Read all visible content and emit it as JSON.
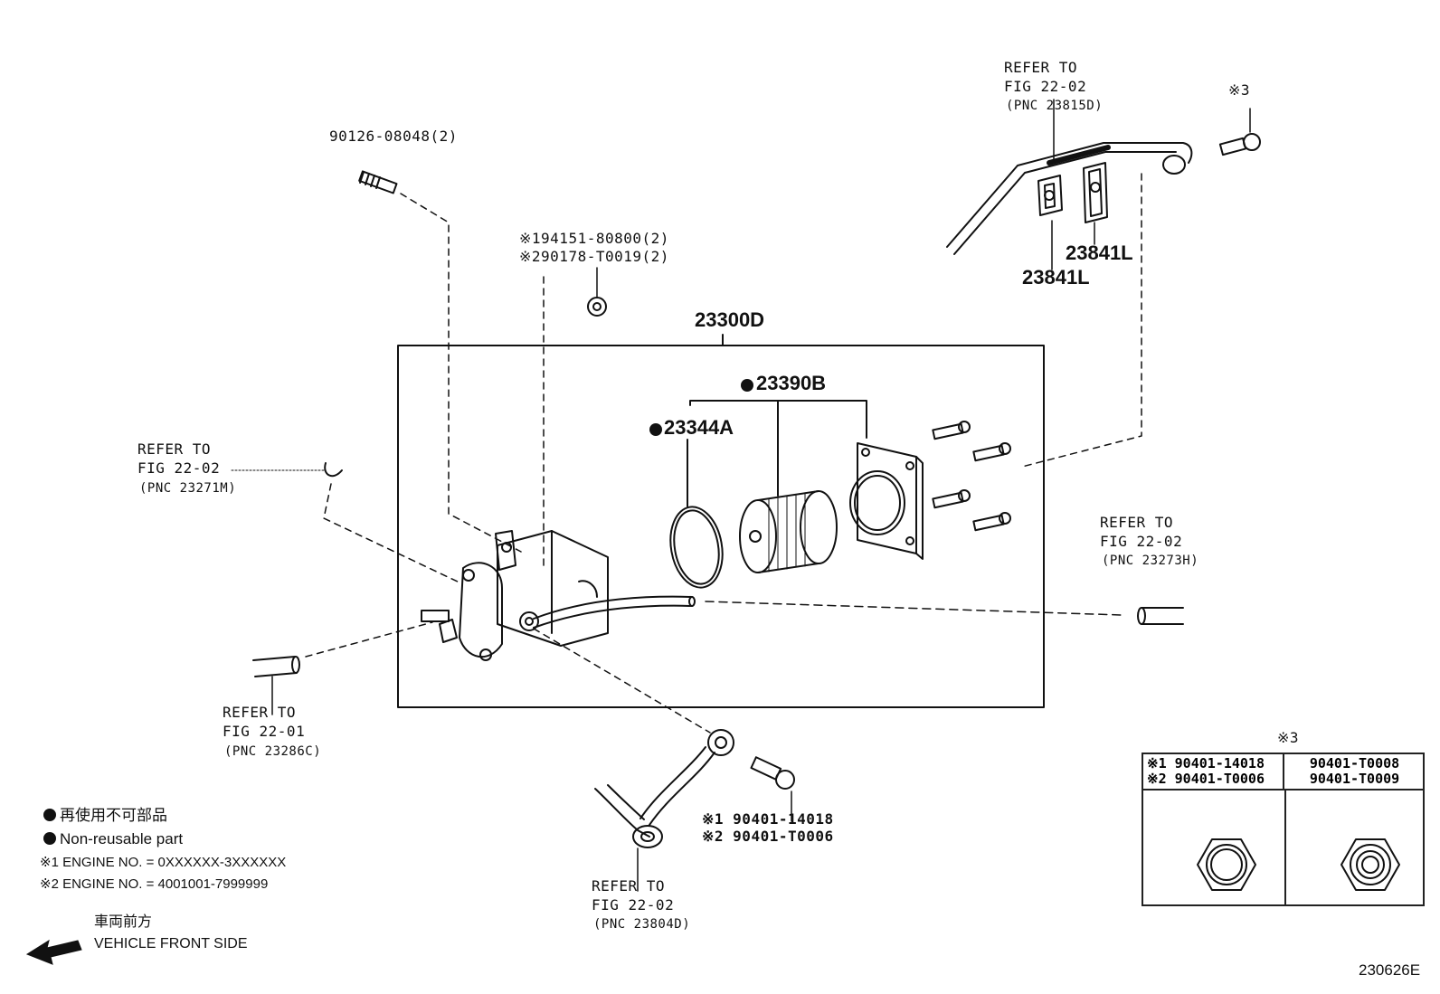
{
  "labels": {
    "stud_bolt": "90126-08048(2)",
    "nut_note_1": "※194151-80800(2)",
    "nut_note_2": "※290178-T0019(2)",
    "assembly": "23300D",
    "filter_element": "23390B",
    "o_ring": "23344A",
    "clamp_a": "23841L",
    "clamp_b": "23841L",
    "mark3_top": "※3",
    "ref_top_1": "REFER TO",
    "ref_top_2": "FIG 22-02",
    "ref_top_3": "(PNC 23815D)",
    "ref_left_1": "REFER TO",
    "ref_left_2": "FIG 22-02",
    "ref_left_3": "(PNC 23271M)",
    "ref_right_1": "REFER TO",
    "ref_right_2": "FIG 22-02",
    "ref_right_3": "(PNC 23273H)",
    "ref_bl_1": "REFER TO",
    "ref_bl_2": "FIG 22-01",
    "ref_bl_3": "(PNC 23286C)",
    "ref_bottom_1": "REFER TO",
    "ref_bottom_2": "FIG 22-02",
    "ref_bottom_3": "(PNC 23804D)",
    "union_bolt_1": "※1 90401-14018",
    "union_bolt_2": "※2 90401-T0006"
  },
  "legend": {
    "bullet_jp": "再使用不可部品",
    "bullet_en": "Non-reusable part",
    "note1": "※1 ENGINE NO. = 0XXXXXX-3XXXXXX",
    "note2": "※2 ENGINE NO. = 4001001-7999999",
    "front_jp": "車両前方",
    "front_en": "VEHICLE FRONT SIDE"
  },
  "table": {
    "mark": "※3",
    "left_1": "※1 90401-14018",
    "left_2": "※2 90401-T0006",
    "right_1": "90401-T0008",
    "right_2": "90401-T0009"
  },
  "figure_id": "230626E"
}
